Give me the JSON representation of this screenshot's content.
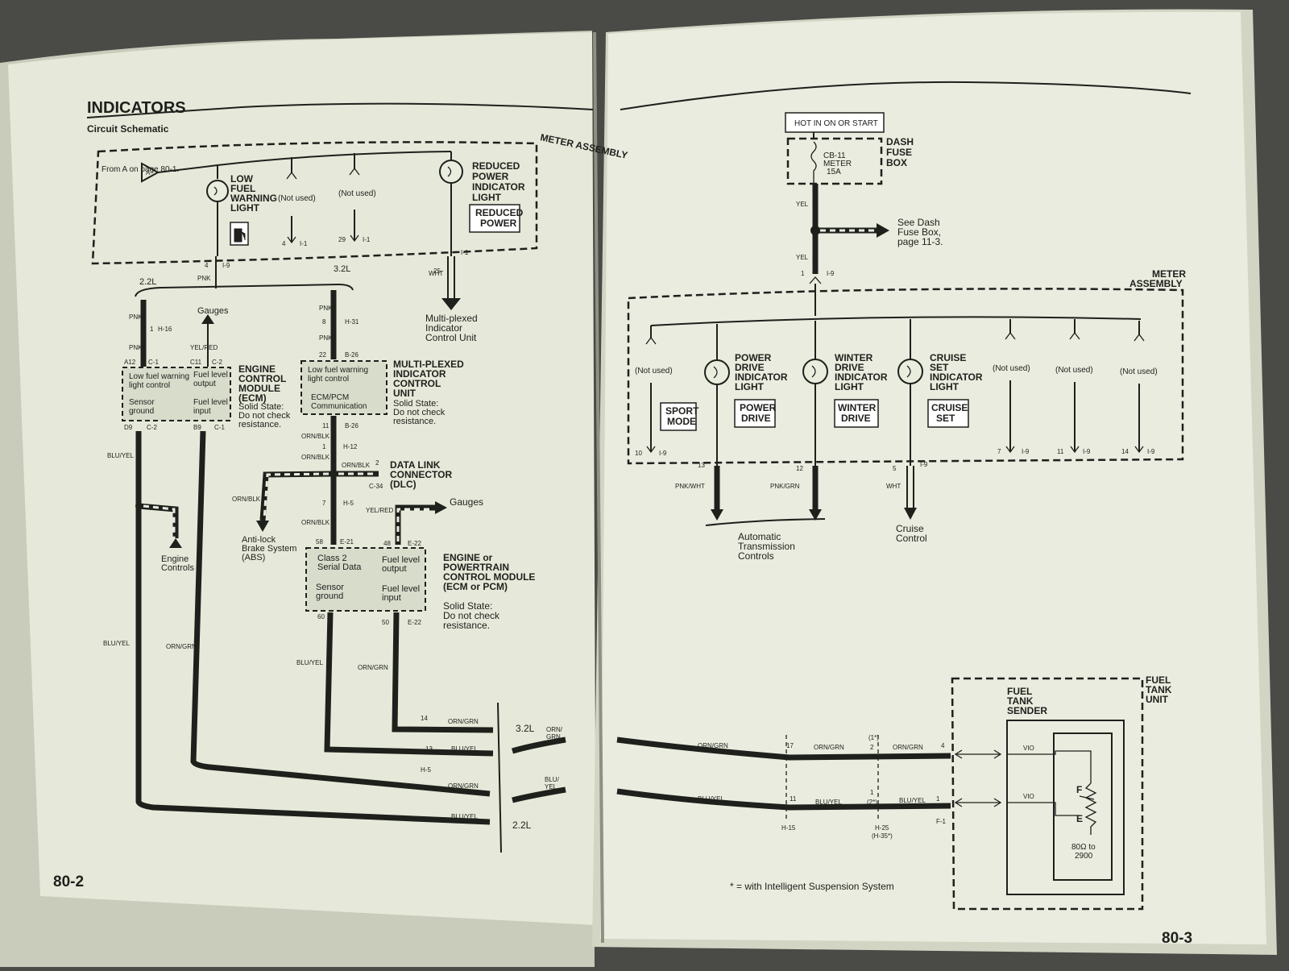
{
  "left_page": {
    "title": "INDICATORS",
    "subtitle": "Circuit Schematic",
    "meter_assembly": "METER ASSEMBLY",
    "from_a": "From A on page 80-1.",
    "connector_a": "A",
    "low_fuel_light": [
      "LOW",
      "FUEL",
      "WARNING",
      "LIGHT"
    ],
    "not_used": "(Not used)",
    "reduced_power_light": [
      "REDUCED",
      "POWER",
      "INDICATOR",
      "LIGHT"
    ],
    "reduced_power_label": [
      "REDUCED",
      "POWER"
    ],
    "pins": {
      "p4": "4",
      "i9": "I-9",
      "p4b": "4",
      "i1a": "I-1",
      "p29": "29",
      "i1b": "I-1",
      "p25": "25",
      "i1c": "I-1",
      "p1": "1",
      "h16": "H-16",
      "p8": "8",
      "h31": "H-31",
      "p22": "22",
      "b26a": "B-26",
      "a12": "A12",
      "c1a": "C-1",
      "c11": "C11",
      "c2a": "C-2",
      "d9": "D9",
      "c2b": "C-2",
      "b9": "B9",
      "c1b": "C-1",
      "p11": "11",
      "b26b": "B-26",
      "p1b": "1",
      "h12": "H-12",
      "p2": "2",
      "c34": "C-34",
      "p7": "7",
      "h5a": "H-5",
      "p58": "58",
      "e21": "E-21",
      "p48": "48",
      "e22a": "E-22",
      "p60": "60",
      "p50": "50",
      "e22b": "E-22",
      "p14": "14",
      "p13": "13",
      "h5b": "H-5"
    },
    "wire_colors": {
      "pnk": "PNK",
      "wht": "WHT",
      "yel_red": "YEL/RED",
      "blu_yel": "BLU/YEL",
      "orn_grn": "ORN/GRN",
      "orn_blk": "ORN/BLK"
    },
    "variant_22": "2.2L",
    "variant_32": "3.2L",
    "gauges": "Gauges",
    "multiplexed_ref": [
      "Multi-plexed",
      "Indicator",
      "Control Unit"
    ],
    "ecm": [
      "ENGINE",
      "CONTROL",
      "MODULE",
      "(ECM)",
      "Solid State:",
      "Do not check",
      "resistance."
    ],
    "ecm_inner": [
      "Low fuel warning",
      "light control",
      "Fuel level",
      "output",
      "Sensor",
      "ground",
      "Fuel level",
      "input"
    ],
    "micu": [
      "MULTI-PLEXED",
      "INDICATOR",
      "CONTROL",
      "UNIT",
      "Solid State:",
      "Do not check",
      "resistance."
    ],
    "micu_inner": [
      "Low fuel warning",
      "light control",
      "ECM/PCM",
      "Communication"
    ],
    "dlc": [
      "DATA LINK",
      "CONNECTOR",
      "(DLC)"
    ],
    "abs": [
      "Anti-lock",
      "Brake System",
      "(ABS)"
    ],
    "engine_controls": [
      "Engine",
      "Controls"
    ],
    "pcm": [
      "ENGINE or",
      "POWERTRAIN",
      "CONTROL MODULE",
      "(ECM or PCM)",
      "Solid State:",
      "Do not check",
      "resistance."
    ],
    "pcm_inner": [
      "Class 2",
      "Serial Data",
      "Fuel level",
      "output",
      "Sensor",
      "ground",
      "Fuel level",
      "input"
    ],
    "harness_32": [
      "ORN/",
      "GRN"
    ],
    "harness_22": [
      "BLU/",
      "YEL"
    ],
    "page_number": "80-2"
  },
  "right_page": {
    "hot_label": "HOT IN ON OR START",
    "fuse": [
      "CB-11",
      "METER",
      "15A"
    ],
    "dash_fuse_box": [
      "DASH",
      "FUSE",
      "BOX"
    ],
    "see_dash": [
      "See Dash",
      "Fuse Box,",
      "page 11-3."
    ],
    "meter_assembly": [
      "METER",
      "ASSEMBLY"
    ],
    "not_used": "(Not used)",
    "power_drive_light": [
      "POWER",
      "DRIVE",
      "INDICATOR",
      "LIGHT"
    ],
    "winter_drive_light": [
      "WINTER",
      "DRIVE",
      "INDICATOR",
      "LIGHT"
    ],
    "cruise_light": [
      "CRUISE",
      "SET",
      "INDICATOR",
      "LIGHT"
    ],
    "sport_mode": [
      "SPORT",
      "MODE"
    ],
    "power_drive": [
      "POWER",
      "DRIVE"
    ],
    "winter_drive": [
      "WINTER",
      "DRIVE"
    ],
    "cruise_set": [
      "CRUISE",
      "SET"
    ],
    "pins": {
      "p1": "1",
      "i9a": "I-9",
      "p10": "10",
      "i9b": "I-9",
      "p13": "13",
      "p12": "12",
      "p5": "5",
      "i9c": "I-9",
      "p7": "7",
      "i9d": "I-9",
      "p11": "11",
      "i9e": "I-9",
      "p14": "14",
      "i9f": "I-9",
      "p17": "17",
      "p11b": "11",
      "h15": "H-15",
      "p1s": "(1*)",
      "p2": "2",
      "p2s": "(2*)",
      "p1b": "1",
      "h25": "H-25",
      "h35": "(H-35*)",
      "p4": "4",
      "p1c": "1",
      "f1": "F-1"
    },
    "wire_colors": {
      "yel": "YEL",
      "pnk_wht": "PNK/WHT",
      "pnk_grn": "PNK/GRN",
      "wht": "WHT",
      "orn_grn": "ORN/GRN",
      "blu_yel": "BLU/YEL",
      "vio": "VIO"
    },
    "auto_trans": [
      "Automatic",
      "Transmission",
      "Controls"
    ],
    "cruise_control": [
      "Cruise",
      "Control"
    ],
    "fuel_tank_sender": [
      "FUEL",
      "TANK",
      "SENDER"
    ],
    "fuel_tank_unit": [
      "FUEL",
      "TANK",
      "UNIT"
    ],
    "sender_f": "F",
    "sender_e": "E",
    "sender_range": [
      "80Ω to",
      "2900"
    ],
    "footnote": "* = with Intelligent Suspension System",
    "page_number": "80-3"
  }
}
